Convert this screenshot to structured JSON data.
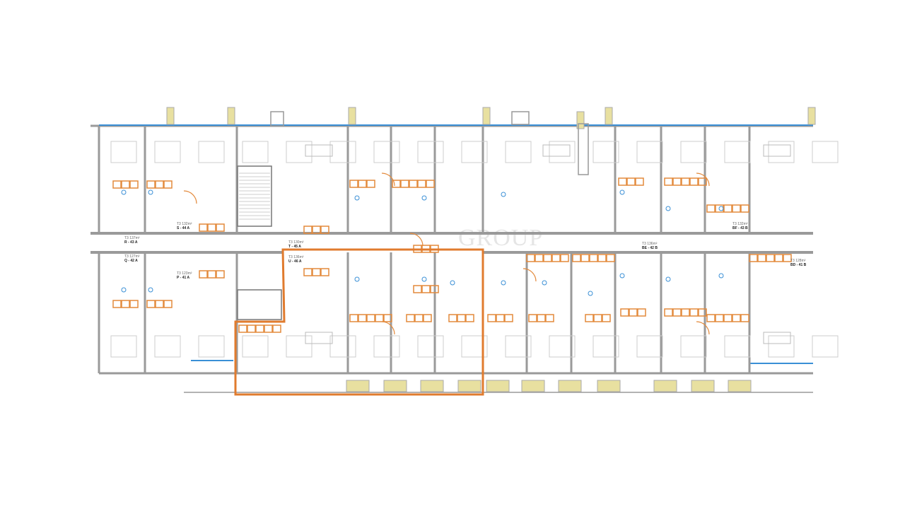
{
  "colors": {
    "wall": "#9a9a9a",
    "cabinet": "#e38a3c",
    "window": "#3a8fd6",
    "highlight": "#e07b2e",
    "planter": "#e8e0a0"
  },
  "watermark": "GROUP",
  "units": [
    {
      "id": "R - 43 A",
      "area": "T3 137m²"
    },
    {
      "id": "S - 44 A",
      "area": "T3 132m²"
    },
    {
      "id": "Q - 42 A",
      "area": "T3 127m²"
    },
    {
      "id": "P - 41 A",
      "area": "T3 123m²"
    },
    {
      "id": "T - 45 A",
      "area": "T3 130m²"
    },
    {
      "id": "U - 46 A",
      "area": "T3 136m²"
    },
    {
      "id": "BF - 43 B",
      "area": "T3 132m²"
    },
    {
      "id": "BE - 42 B",
      "area": "T3 136m²"
    },
    {
      "id": "BD - 41 B",
      "area": "T3 128m²"
    }
  ],
  "highlighted_unit": "U - 46 A"
}
